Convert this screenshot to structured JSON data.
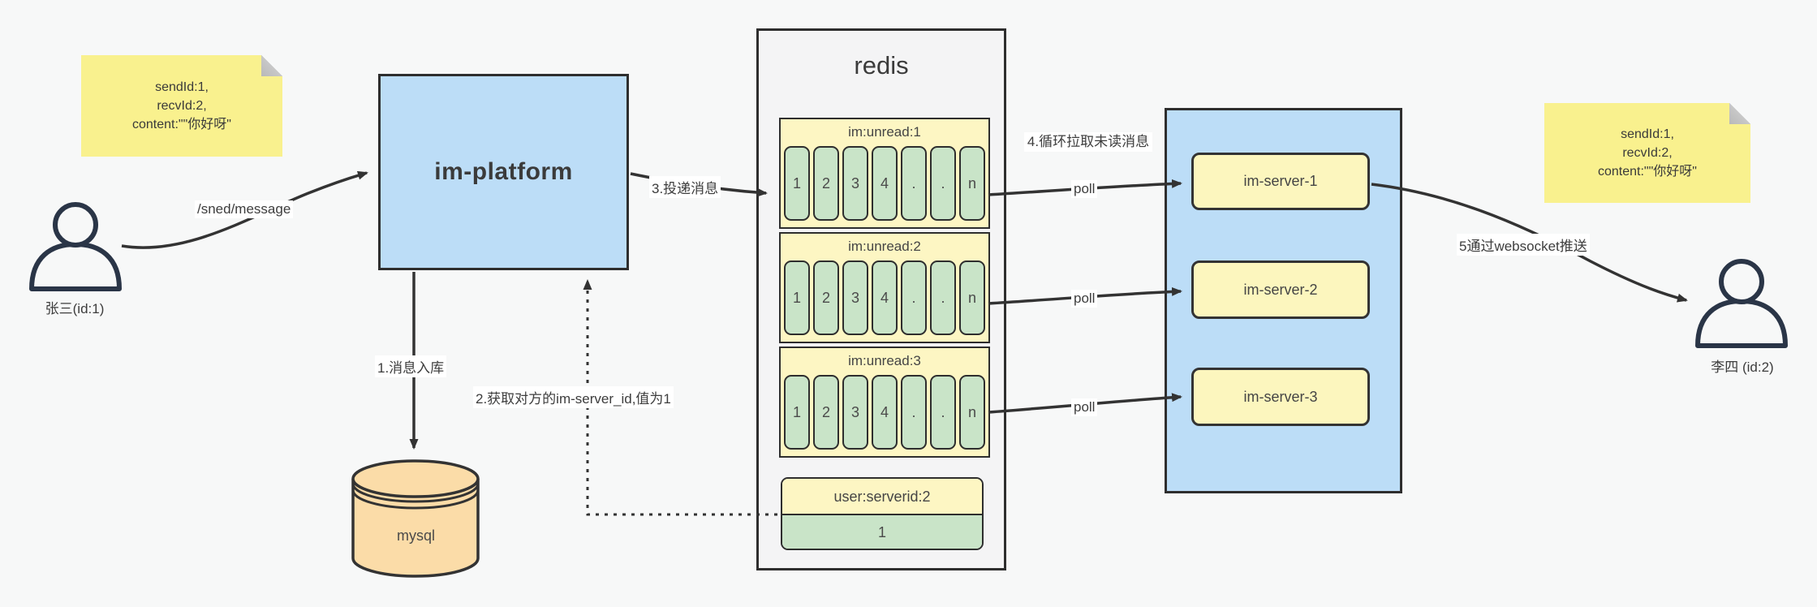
{
  "colors": {
    "blue_fill": "#bcddf7",
    "yellow_panel": "#fdf6c3",
    "green_cell": "#c9e4c8",
    "note_yellow": "#f9f18e",
    "db_tan": "#fbdca8",
    "line": "#333333",
    "container_gray": "#f4f4f5"
  },
  "actors": {
    "sender": {
      "label": "张三(id:1)"
    },
    "receiver": {
      "label": "李四 (id:2)"
    }
  },
  "notes": {
    "left": {
      "line1": "sendId:1,",
      "line2": "recvId:2,",
      "line3": "content:\"\"你好呀\""
    },
    "right": {
      "line1": "sendId:1,",
      "line2": "recvId:2,",
      "line3": "content:\"\"你好呀\""
    }
  },
  "platform": {
    "label": "im-platform"
  },
  "database": {
    "label": "mysql"
  },
  "redis": {
    "title": "redis",
    "queues": [
      {
        "header": "im:unread:1",
        "cells": [
          "1",
          "2",
          "3",
          "4",
          ".",
          ".",
          "n"
        ]
      },
      {
        "header": "im:unread:2",
        "cells": [
          "1",
          "2",
          "3",
          "4",
          ".",
          ".",
          "n"
        ]
      },
      {
        "header": "im:unread:3",
        "cells": [
          "1",
          "2",
          "3",
          "4",
          ".",
          ".",
          "n"
        ]
      }
    ],
    "kv": {
      "header": "user:serverid:2",
      "value": "1"
    }
  },
  "servers": {
    "items": [
      {
        "label": "im-server-1"
      },
      {
        "label": "im-server-2"
      },
      {
        "label": "im-server-3"
      }
    ]
  },
  "edges": {
    "send": "/sned/message",
    "step1": "1.消息入库",
    "step2": "2.获取对方的im-server_id,值为1",
    "step3": "3.投递消息",
    "step4": "4.循环拉取未读消息",
    "step5": "5通过websocket推送",
    "poll": "poll"
  }
}
